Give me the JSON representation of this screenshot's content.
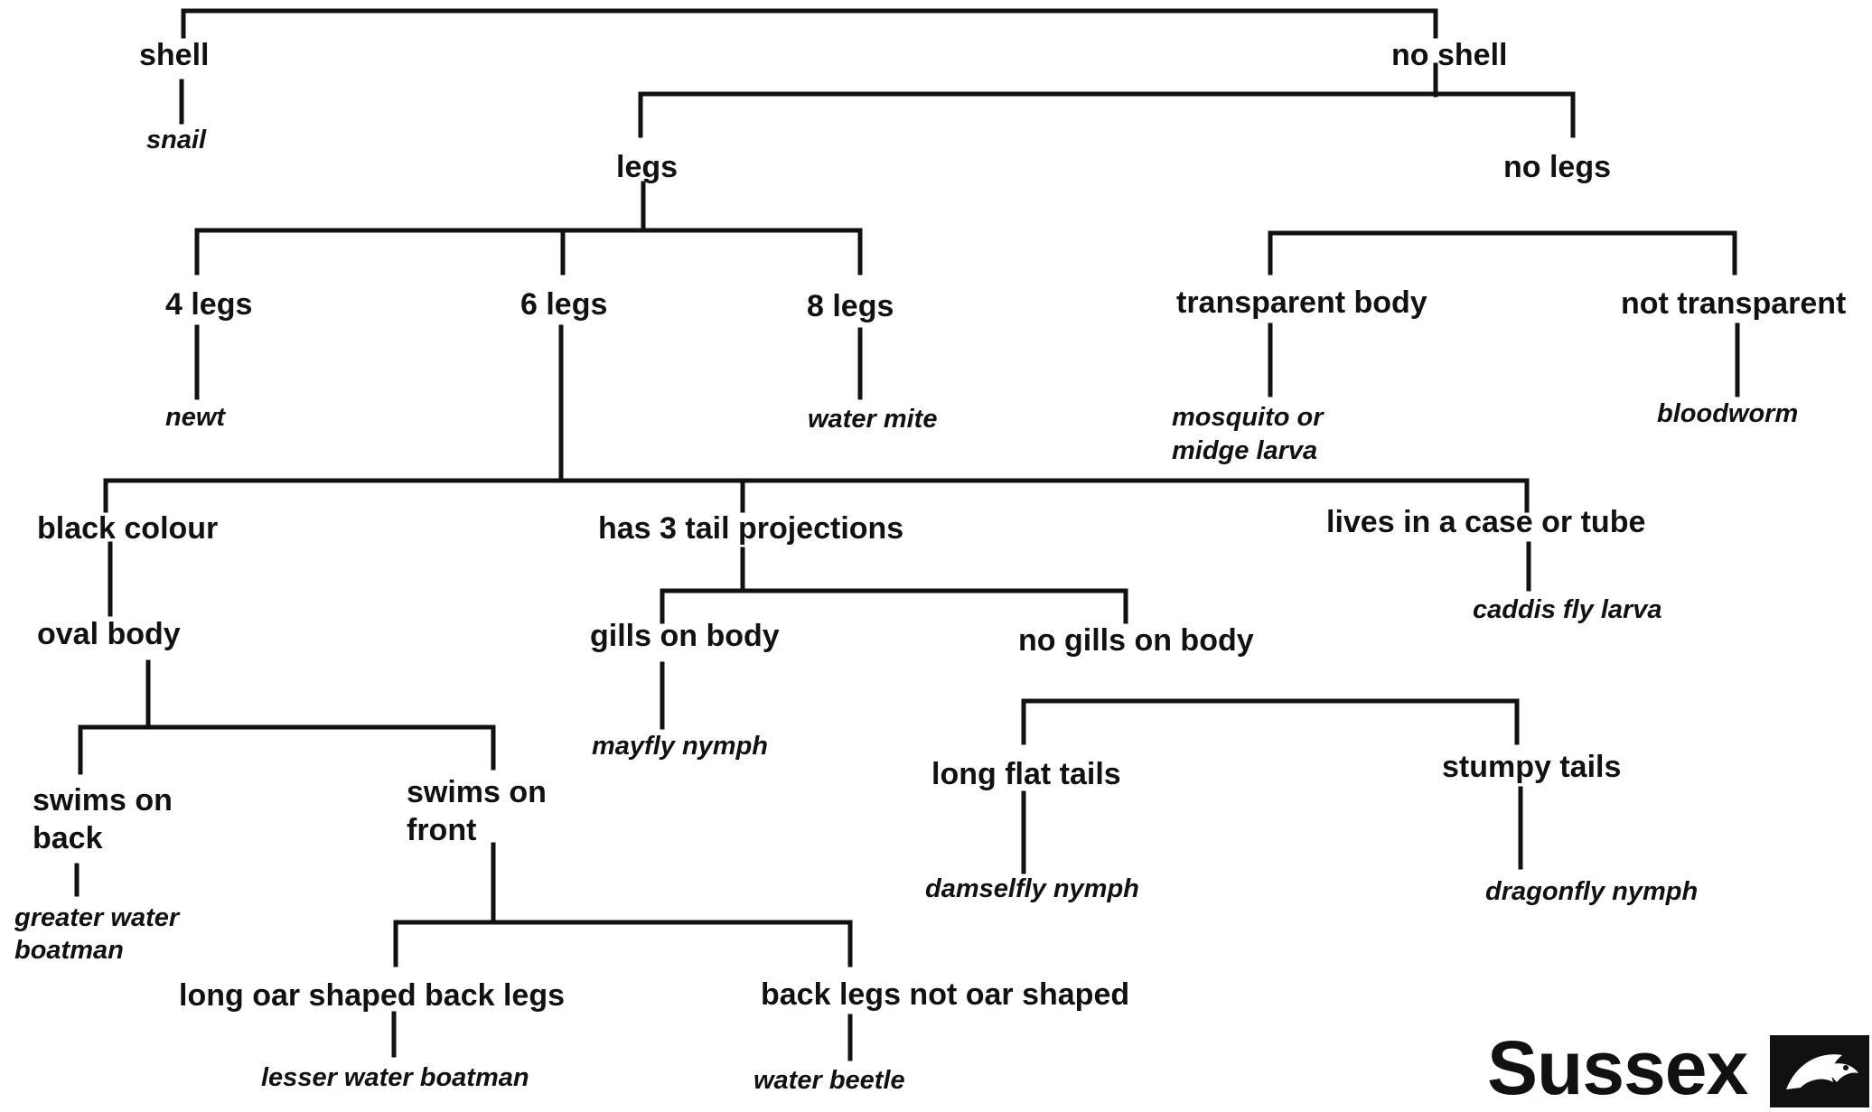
{
  "nodes": {
    "shell": "shell",
    "no_shell": "no shell",
    "legs": "legs",
    "no_legs": "no legs",
    "four_legs": "4 legs",
    "six_legs": "6 legs",
    "eight_legs": "8 legs",
    "transparent_body": "transparent body",
    "not_transparent": "not transparent",
    "black_colour": "black colour",
    "three_tail": "has 3 tail projections",
    "case_tube": "lives in a case or tube",
    "oval_body": "oval body",
    "gills_on_body": "gills on body",
    "no_gills_on_body": "no gills on body",
    "swims_on_back_1": "swims on",
    "swims_on_back_2": "back",
    "swims_on_front_1": "swims on",
    "swims_on_front_2": "front",
    "long_flat_tails": "long flat tails",
    "stumpy_tails": "stumpy tails",
    "long_oar": "long oar shaped back legs",
    "not_oar": "back legs not oar shaped"
  },
  "species": {
    "snail": "snail",
    "newt": "newt",
    "water_mite": "water mite",
    "mosquito_1": "mosquito or",
    "mosquito_2": "midge larva",
    "bloodworm": "bloodworm",
    "caddis": "caddis fly larva",
    "mayfly": "mayfly nymph",
    "gwb_1": "greater water",
    "gwb_2": "boatman",
    "damselfly": "damselfly nymph",
    "dragonfly": "dragonfly nymph",
    "lesser_wb": "lesser water boatman",
    "water_beetle": "water beetle"
  },
  "logo": {
    "text": "Sussex",
    "badge": "badger-icon"
  }
}
